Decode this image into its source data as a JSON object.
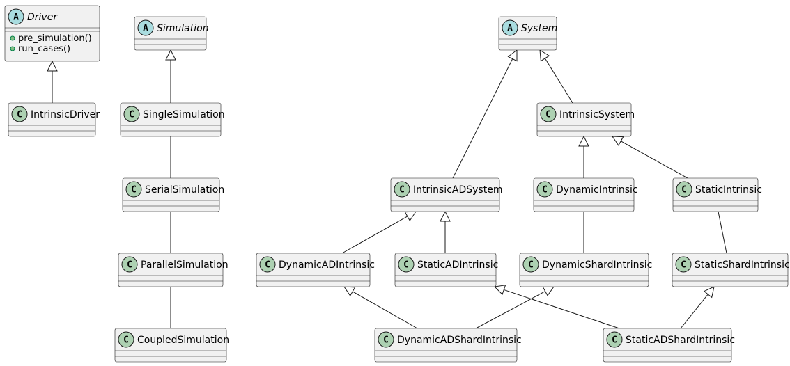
{
  "classes": [
    {
      "id": "Driver",
      "name": "Driver",
      "kind": "abstract",
      "badge": "A",
      "methods": [
        "pre_simulation()",
        "run_cases()"
      ]
    },
    {
      "id": "IntrinsicDriver",
      "name": "IntrinsicDriver",
      "kind": "class",
      "badge": "C",
      "methods": []
    },
    {
      "id": "Simulation",
      "name": "Simulation",
      "kind": "abstract",
      "badge": "A",
      "methods": []
    },
    {
      "id": "SingleSimulation",
      "name": "SingleSimulation",
      "kind": "class",
      "badge": "C",
      "methods": []
    },
    {
      "id": "SerialSimulation",
      "name": "SerialSimulation",
      "kind": "class",
      "badge": "C",
      "methods": []
    },
    {
      "id": "ParallelSimulation",
      "name": "ParallelSimulation",
      "kind": "class",
      "badge": "C",
      "methods": []
    },
    {
      "id": "CoupledSimulation",
      "name": "CoupledSimulation",
      "kind": "class",
      "badge": "C",
      "methods": []
    },
    {
      "id": "System",
      "name": "System",
      "kind": "abstract",
      "badge": "A",
      "methods": []
    },
    {
      "id": "IntrinsicSystem",
      "name": "IntrinsicSystem",
      "kind": "class",
      "badge": "C",
      "methods": []
    },
    {
      "id": "IntrinsicADSystem",
      "name": "IntrinsicADSystem",
      "kind": "class",
      "badge": "C",
      "methods": []
    },
    {
      "id": "DynamicIntrinsic",
      "name": "DynamicIntrinsic",
      "kind": "class",
      "badge": "C",
      "methods": []
    },
    {
      "id": "StaticIntrinsic",
      "name": "StaticIntrinsic",
      "kind": "class",
      "badge": "C",
      "methods": []
    },
    {
      "id": "DynamicADIntrinsic",
      "name": "DynamicADIntrinsic",
      "kind": "class",
      "badge": "C",
      "methods": []
    },
    {
      "id": "StaticADIntrinsic",
      "name": "StaticADIntrinsic",
      "kind": "class",
      "badge": "C",
      "methods": []
    },
    {
      "id": "DynamicShardIntrinsic",
      "name": "DynamicShardIntrinsic",
      "kind": "class",
      "badge": "C",
      "methods": []
    },
    {
      "id": "StaticShardIntrinsic",
      "name": "StaticShardIntrinsic",
      "kind": "class",
      "badge": "C",
      "methods": []
    },
    {
      "id": "DynamicADShardIntrinsic",
      "name": "DynamicADShardIntrinsic",
      "kind": "class",
      "badge": "C",
      "methods": []
    },
    {
      "id": "StaticADShardIntrinsic",
      "name": "StaticADShardIntrinsic",
      "kind": "class",
      "badge": "C",
      "methods": []
    }
  ],
  "relations": [
    {
      "from": "IntrinsicDriver",
      "to": "Driver",
      "type": "inheritance"
    },
    {
      "from": "SingleSimulation",
      "to": "Simulation",
      "type": "inheritance"
    },
    {
      "from": "SingleSimulation",
      "to": "SerialSimulation",
      "type": "association"
    },
    {
      "from": "SerialSimulation",
      "to": "ParallelSimulation",
      "type": "association"
    },
    {
      "from": "ParallelSimulation",
      "to": "CoupledSimulation",
      "type": "association"
    },
    {
      "from": "IntrinsicADSystem",
      "to": "System",
      "type": "inheritance"
    },
    {
      "from": "IntrinsicSystem",
      "to": "System",
      "type": "inheritance"
    },
    {
      "from": "DynamicIntrinsic",
      "to": "IntrinsicSystem",
      "type": "inheritance"
    },
    {
      "from": "StaticIntrinsic",
      "to": "IntrinsicSystem",
      "type": "inheritance"
    },
    {
      "from": "DynamicADIntrinsic",
      "to": "IntrinsicADSystem",
      "type": "inheritance"
    },
    {
      "from": "StaticADIntrinsic",
      "to": "IntrinsicADSystem",
      "type": "inheritance"
    },
    {
      "from": "DynamicIntrinsic",
      "to": "DynamicShardIntrinsic",
      "type": "association"
    },
    {
      "from": "StaticIntrinsic",
      "to": "StaticShardIntrinsic",
      "type": "association"
    },
    {
      "from": "DynamicADShardIntrinsic",
      "to": "DynamicADIntrinsic",
      "type": "inheritance"
    },
    {
      "from": "DynamicADShardIntrinsic",
      "to": "DynamicShardIntrinsic",
      "type": "inheritance"
    },
    {
      "from": "StaticADShardIntrinsic",
      "to": "StaticADIntrinsic",
      "type": "inheritance"
    },
    {
      "from": "StaticADShardIntrinsic",
      "to": "StaticShardIntrinsic",
      "type": "inheritance"
    }
  ],
  "colors": {
    "box_fill": "#f1f1f1",
    "border": "#181818",
    "class_badge": "#add1b2",
    "abstract_badge": "#a9dcdf",
    "method_visibility": "#84be84"
  }
}
